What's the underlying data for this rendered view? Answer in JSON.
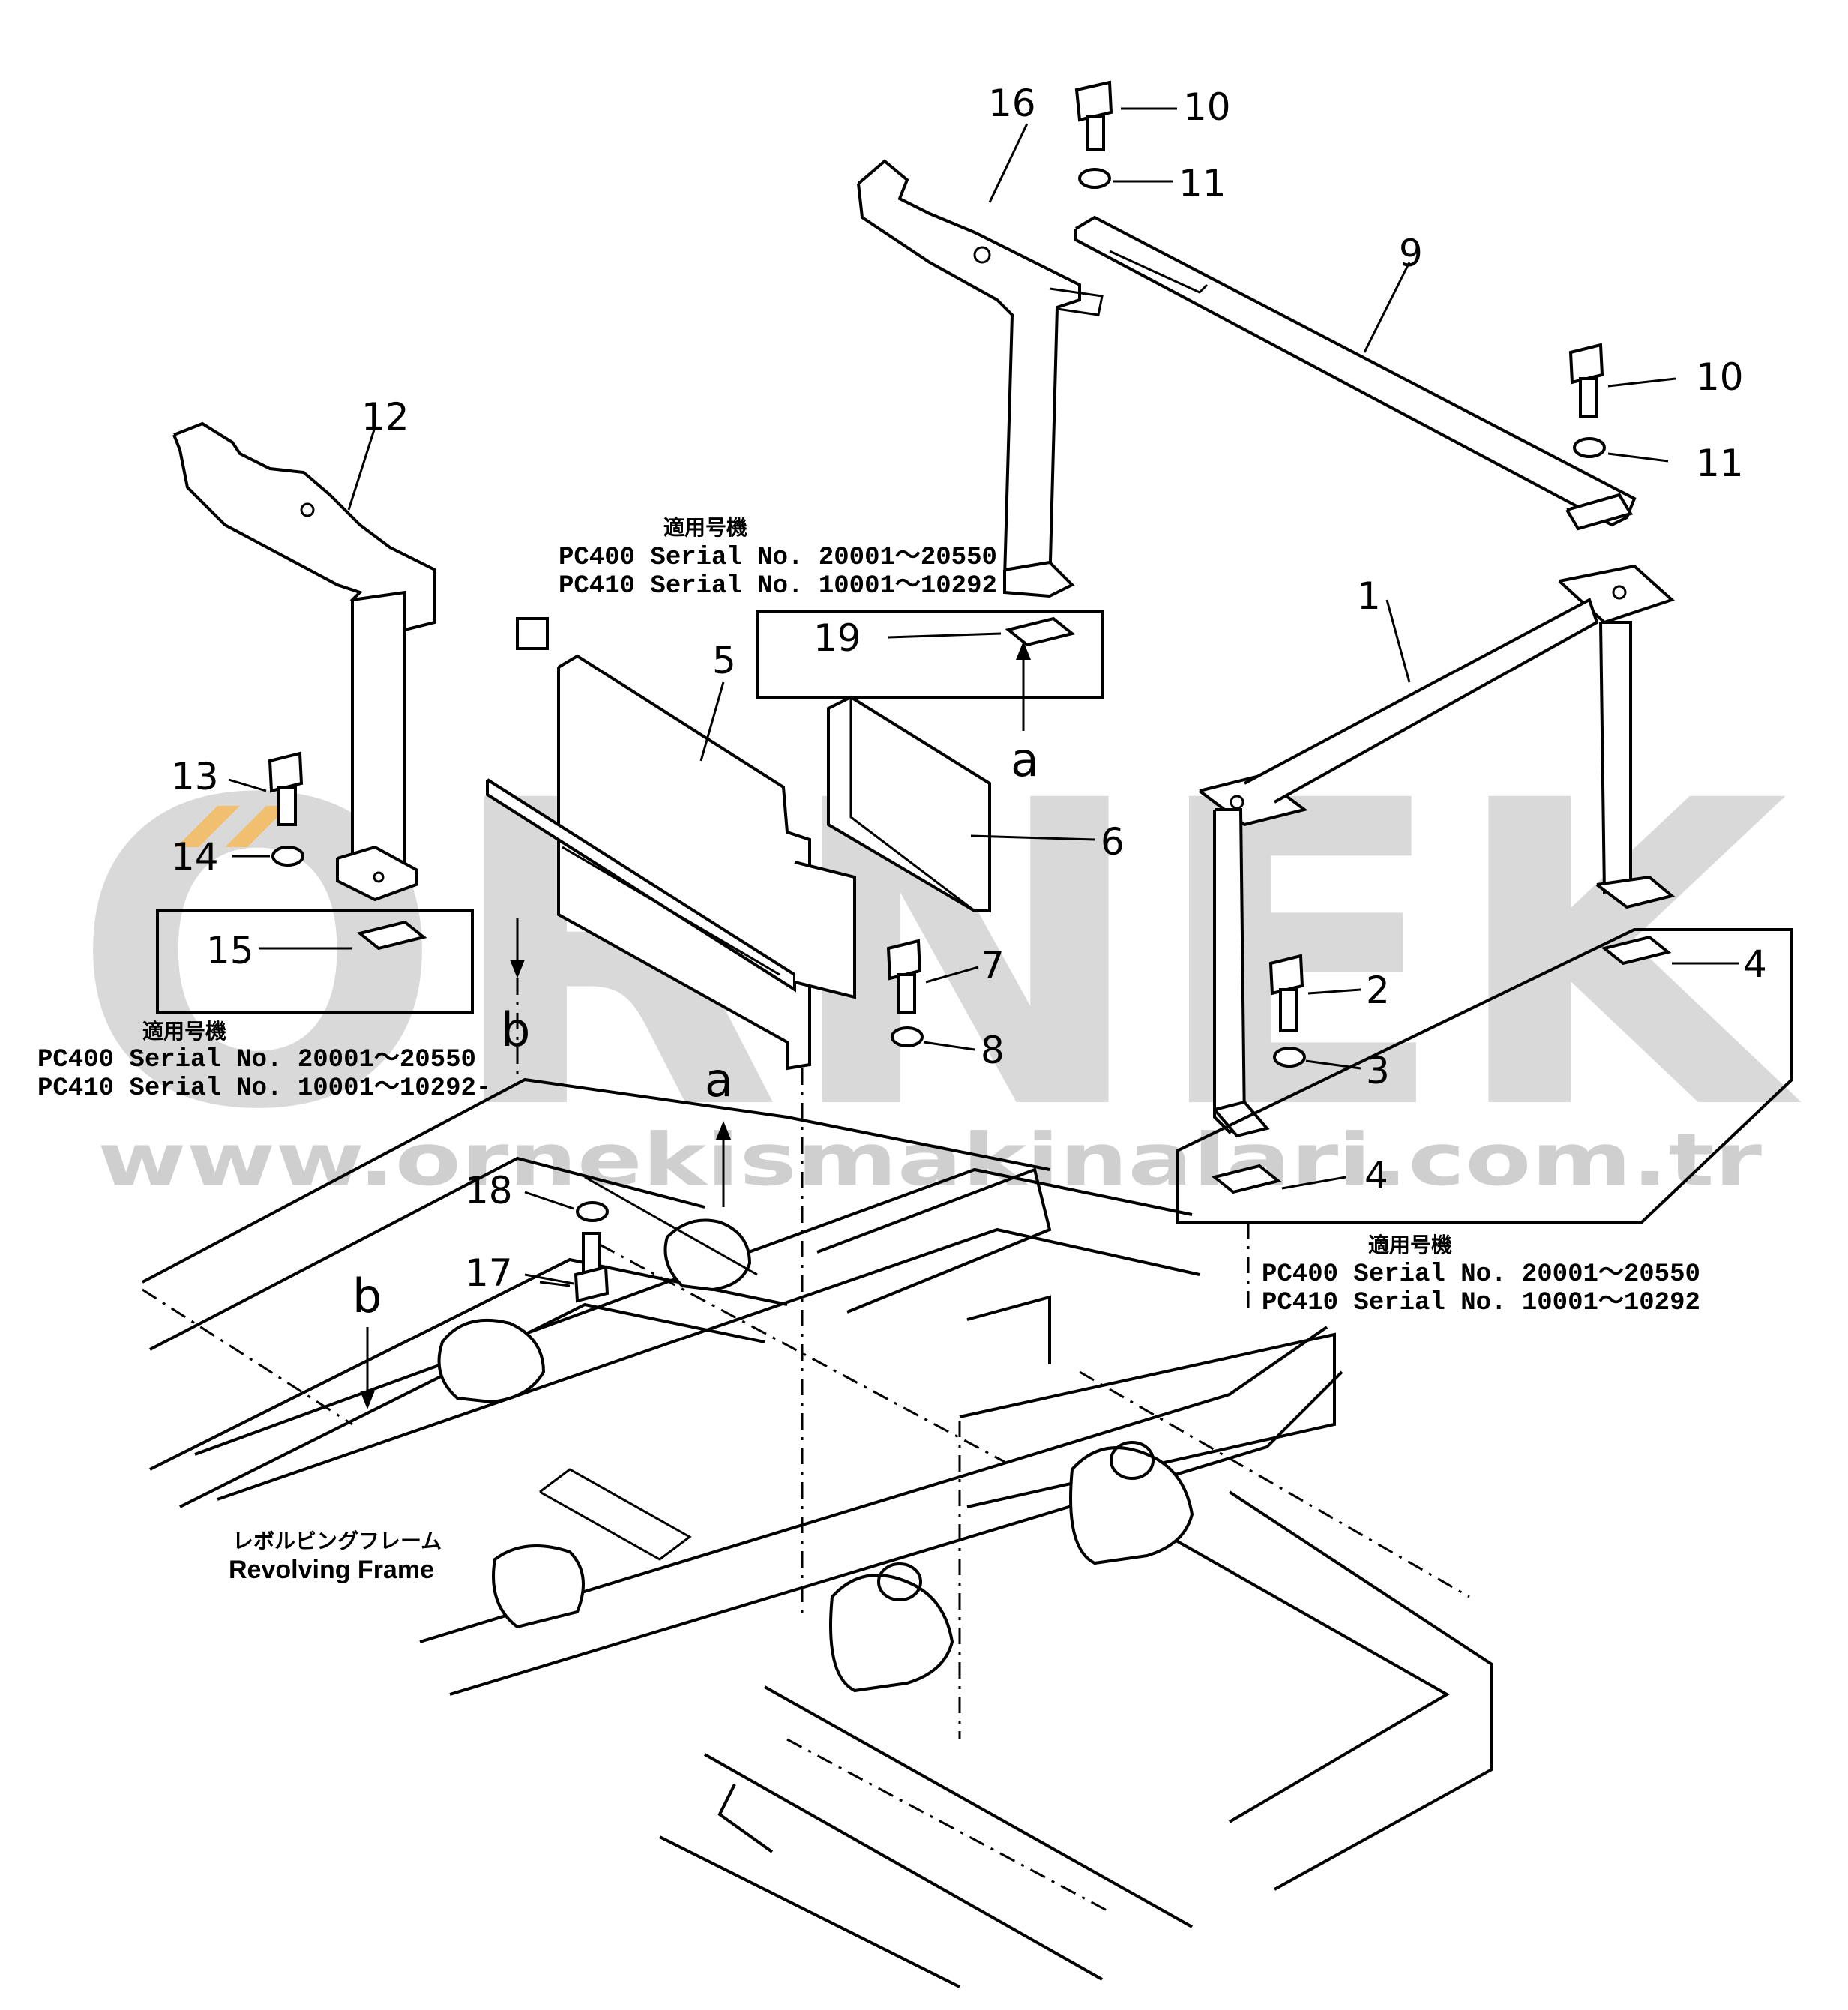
{
  "watermark": {
    "brand": "ORNEK",
    "url": "www.ornekismakinalari.com.tr"
  },
  "parts": {
    "p1": "1",
    "p2": "2",
    "p3": "3",
    "p4a": "4",
    "p4b": "4",
    "p5": "5",
    "p6": "6",
    "p7": "7",
    "p8": "8",
    "p9": "9",
    "p10a": "10",
    "p10b": "10",
    "p11a": "11",
    "p11b": "11",
    "p12": "12",
    "p13": "13",
    "p14": "14",
    "p15": "15",
    "p16": "16",
    "p17": "17",
    "p18": "18",
    "p19": "19"
  },
  "refs": {
    "a1": "a",
    "a2": "a",
    "b1": "b",
    "b2": "b"
  },
  "serial_notes": {
    "applicable": "適用号機",
    "pc400": "PC400  Serial  No.  20001～20550",
    "pc410": "PC410  Serial  No.  10001～10292",
    "pc410_left": "PC410  Serial  No.  10001～10292-"
  },
  "frame_label": {
    "jp": "レボルビングフレーム",
    "en": "Revolving  Frame"
  }
}
